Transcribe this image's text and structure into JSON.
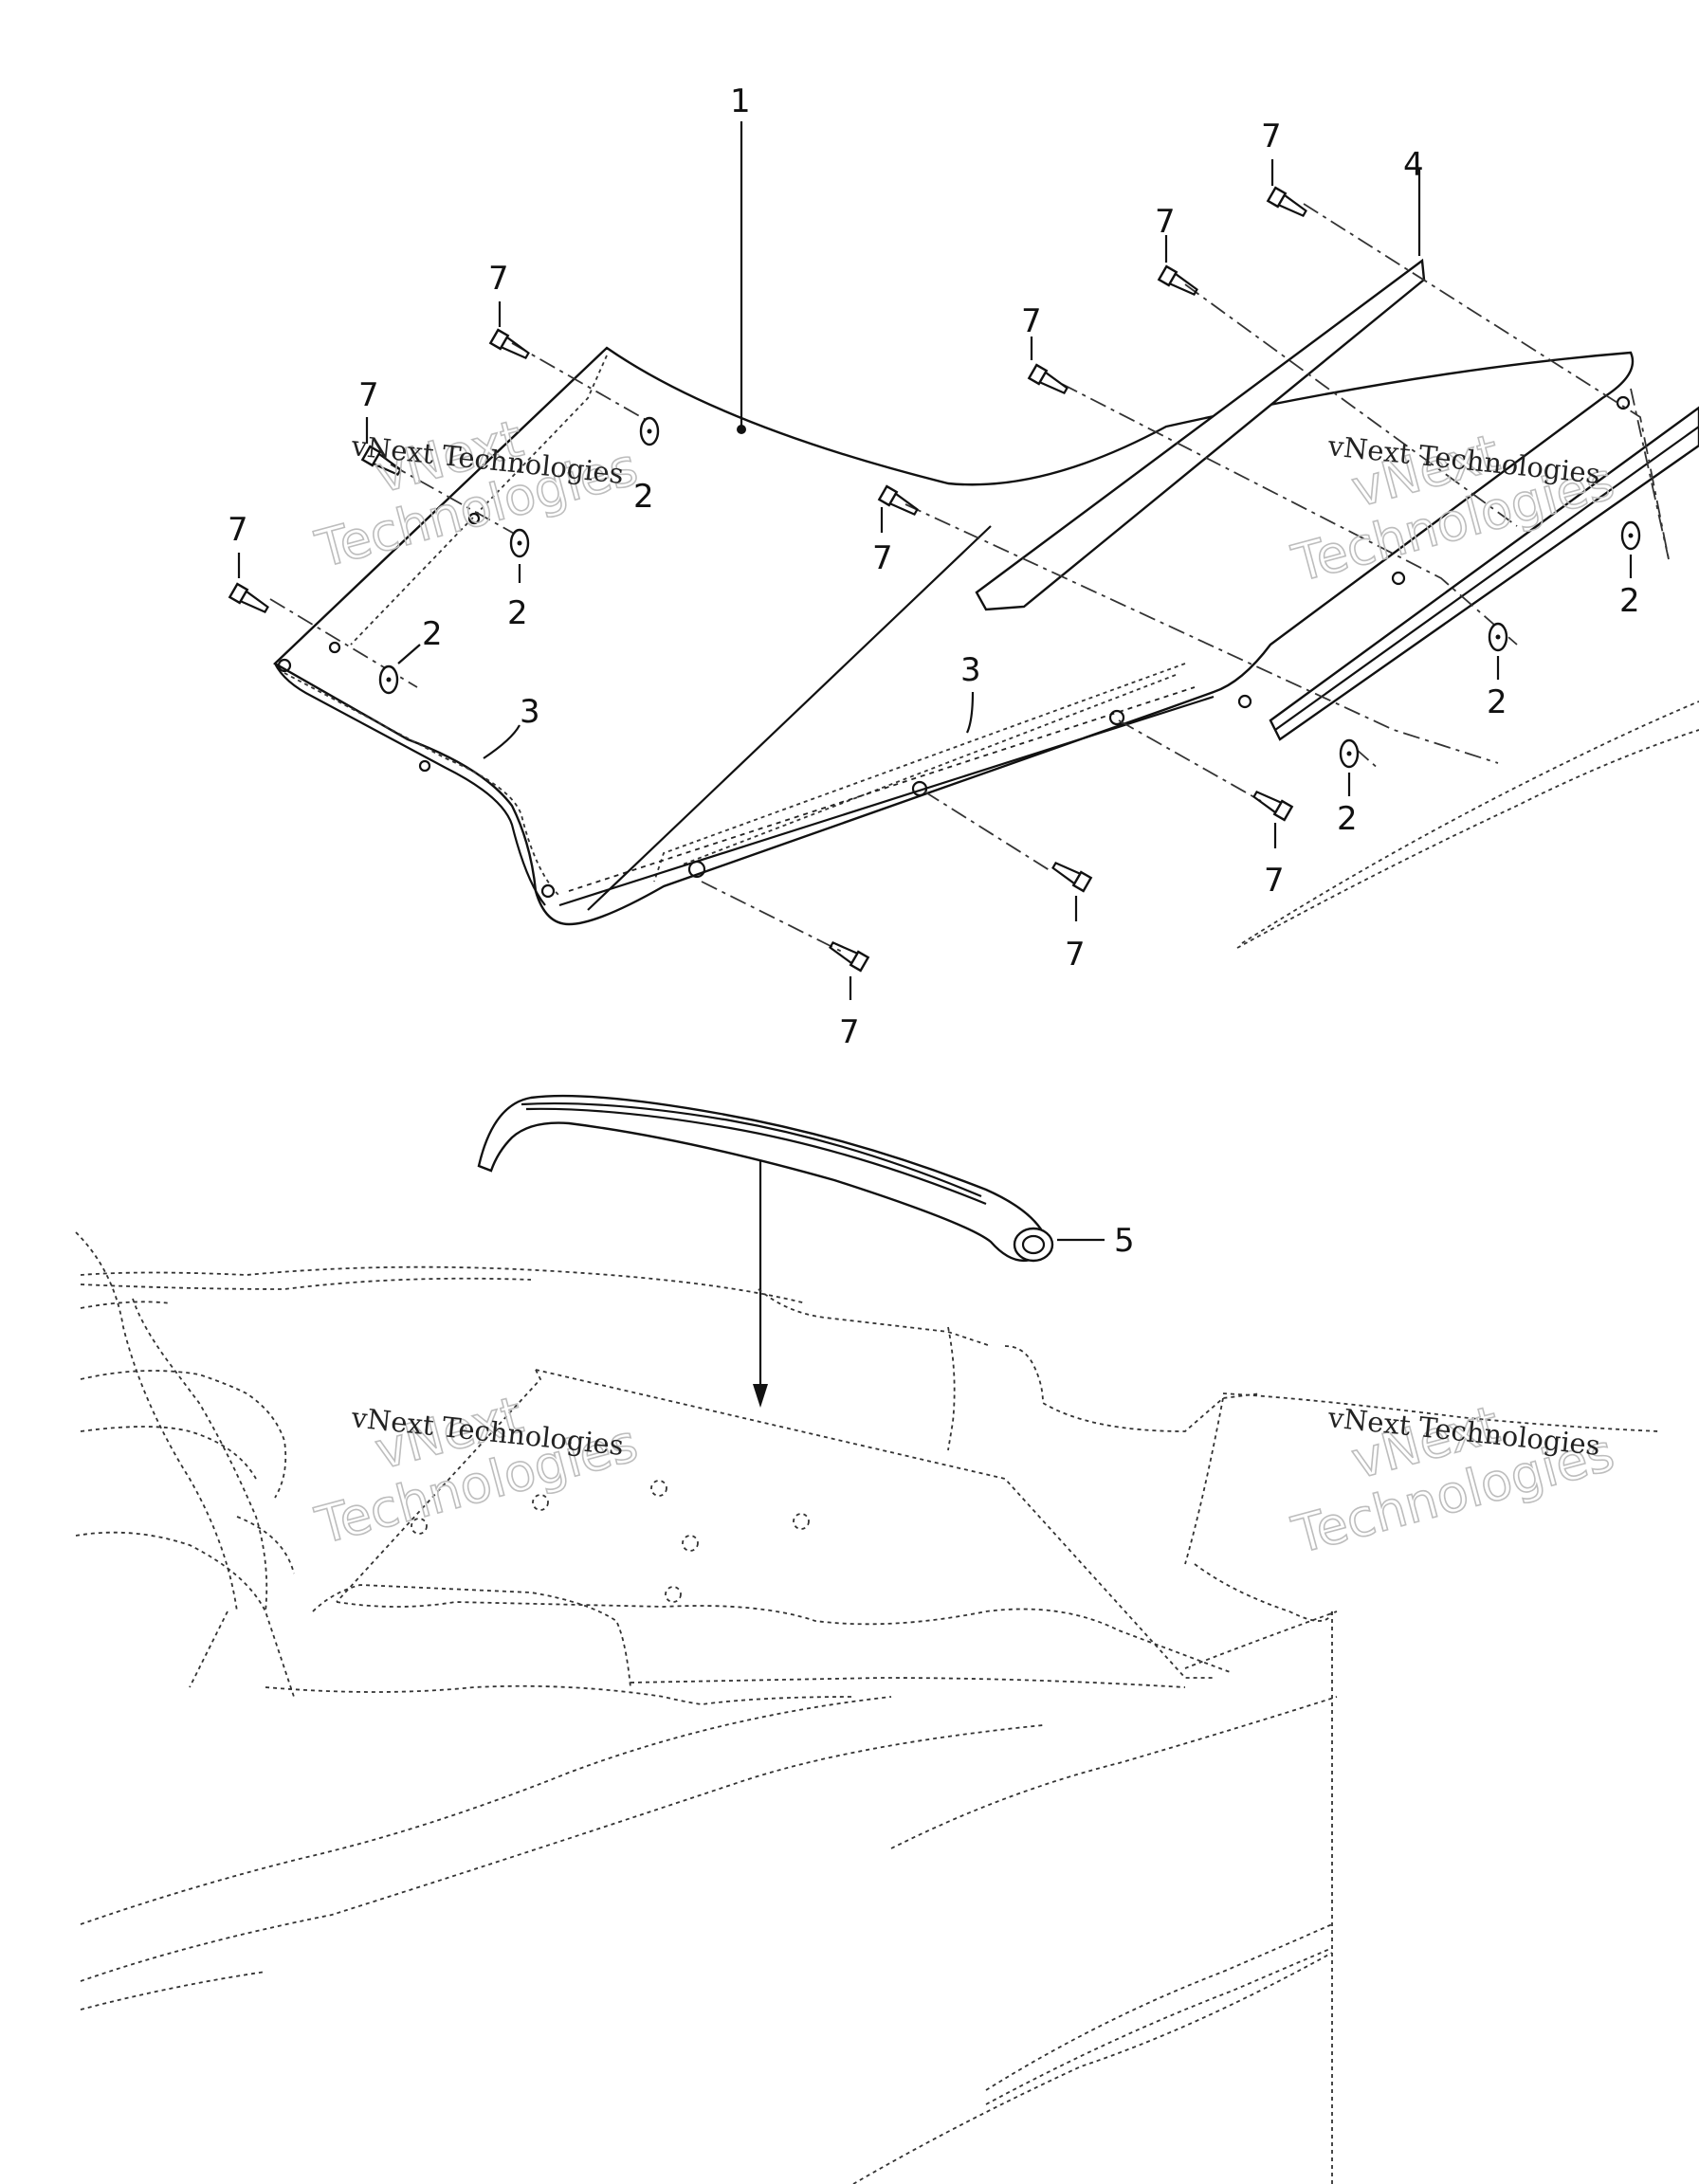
{
  "callouts": {
    "c1": "1",
    "c2": "2",
    "c3": "3",
    "c4": "4",
    "c5": "5",
    "c7": "7"
  },
  "watermark": {
    "brand": "vNext",
    "line2": "Technologies",
    "full": "vNext Technologies"
  },
  "colors": {
    "ink": "#111111",
    "watermark": "#bdbdbd",
    "background": "#ffffff"
  },
  "icons": [
    "screw-icon",
    "washer-icon",
    "tube-seal-icon"
  ]
}
